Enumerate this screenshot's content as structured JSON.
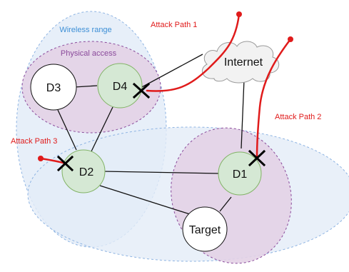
{
  "zones": {
    "wireless_label": "Wireless range",
    "physical_label": "Physical access"
  },
  "nodes": {
    "d1": "D1",
    "d2": "D2",
    "d3": "D3",
    "d4": "D4",
    "target": "Target",
    "internet": "Internet"
  },
  "attack_paths": {
    "path1": "Attack Path 1",
    "path2": "Attack Path 2",
    "path3": "Attack Path 3"
  },
  "colors": {
    "wireless_fill": "#e3ecf8",
    "physical_fill": "#e3d2e6",
    "node_green": "#d5e8d4",
    "attack_red": "#e01b1b",
    "label_blue": "#3d8fd6",
    "label_purple": "#8a4a9b"
  }
}
